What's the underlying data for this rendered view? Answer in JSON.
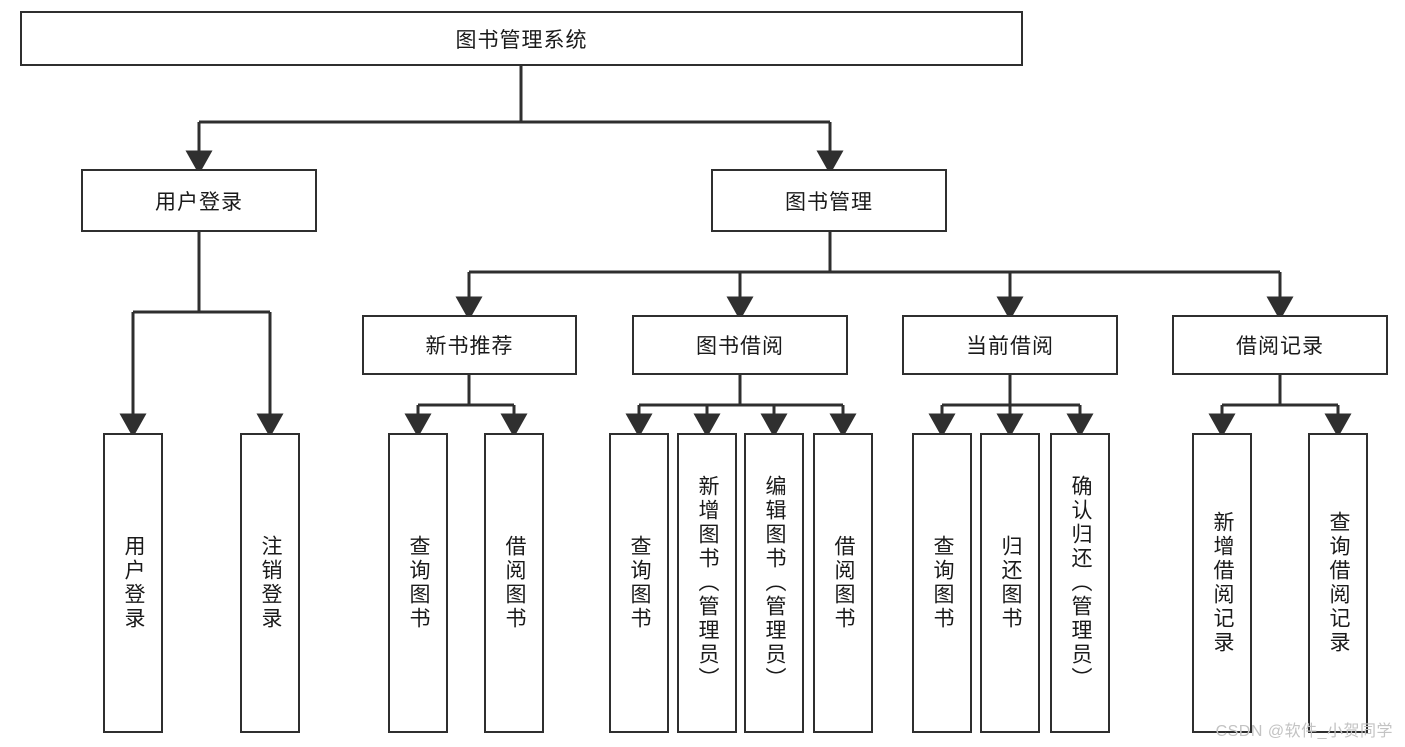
{
  "diagram": {
    "type": "tree-hierarchy-chart",
    "title": "图书管理系统",
    "watermark": "CSDN @软件_小贺同学",
    "colors": {
      "box_border": "#2f2f2f",
      "box_fill": "#ffffff",
      "connector": "#2f2f2f",
      "text": "#1a1a1a",
      "watermark": "#c3c3c3"
    },
    "levels": {
      "root": {
        "label": "图书管理系统"
      },
      "level2": [
        {
          "label": "用户登录"
        },
        {
          "label": "图书管理"
        }
      ],
      "level3": [
        {
          "label": "新书推荐"
        },
        {
          "label": "图书借阅"
        },
        {
          "label": "当前借阅"
        },
        {
          "label": "借阅记录"
        }
      ],
      "leaves": [
        {
          "label": "用户登录",
          "parent": "用户登录"
        },
        {
          "label": "注销登录",
          "parent": "用户登录"
        },
        {
          "label": "查询图书",
          "parent": "新书推荐"
        },
        {
          "label": "借阅图书",
          "parent": "新书推荐"
        },
        {
          "label": "查询图书",
          "parent": "图书借阅"
        },
        {
          "label": "新增图书（管理员）",
          "parent": "图书借阅"
        },
        {
          "label": "编辑图书（管理员）",
          "parent": "图书借阅"
        },
        {
          "label": "借阅图书",
          "parent": "图书借阅"
        },
        {
          "label": "查询图书",
          "parent": "当前借阅"
        },
        {
          "label": "归还图书",
          "parent": "当前借阅"
        },
        {
          "label": "确认归还（管理员）",
          "parent": "当前借阅"
        },
        {
          "label": "新增借阅记录",
          "parent": "借阅记录"
        },
        {
          "label": "查询借阅记录",
          "parent": "借阅记录"
        }
      ]
    }
  }
}
